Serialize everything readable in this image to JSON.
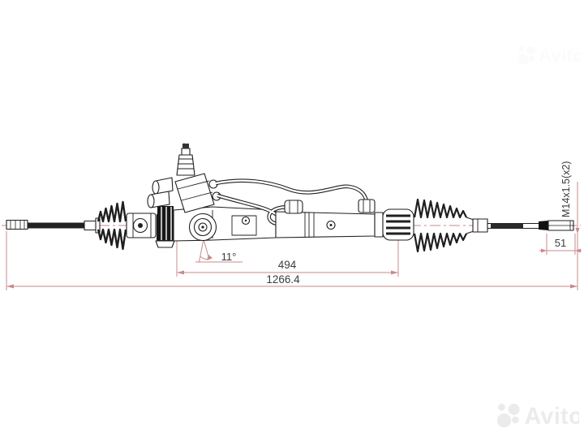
{
  "drawing": {
    "labels": {
      "angle": "11°",
      "length_mid": "494",
      "length_overall": "1266.4",
      "thread_length": "51",
      "thread_spec": "M14x1.5(x2)"
    },
    "colors": {
      "line": "#1f1f1f",
      "dimension": "#c98b8b",
      "label_text": "#3d3b3b",
      "background": "#ffffff"
    }
  },
  "watermark": {
    "brand": "Avito",
    "top_color": "#fbfbfb",
    "bottom_color": "#ebebeb"
  }
}
